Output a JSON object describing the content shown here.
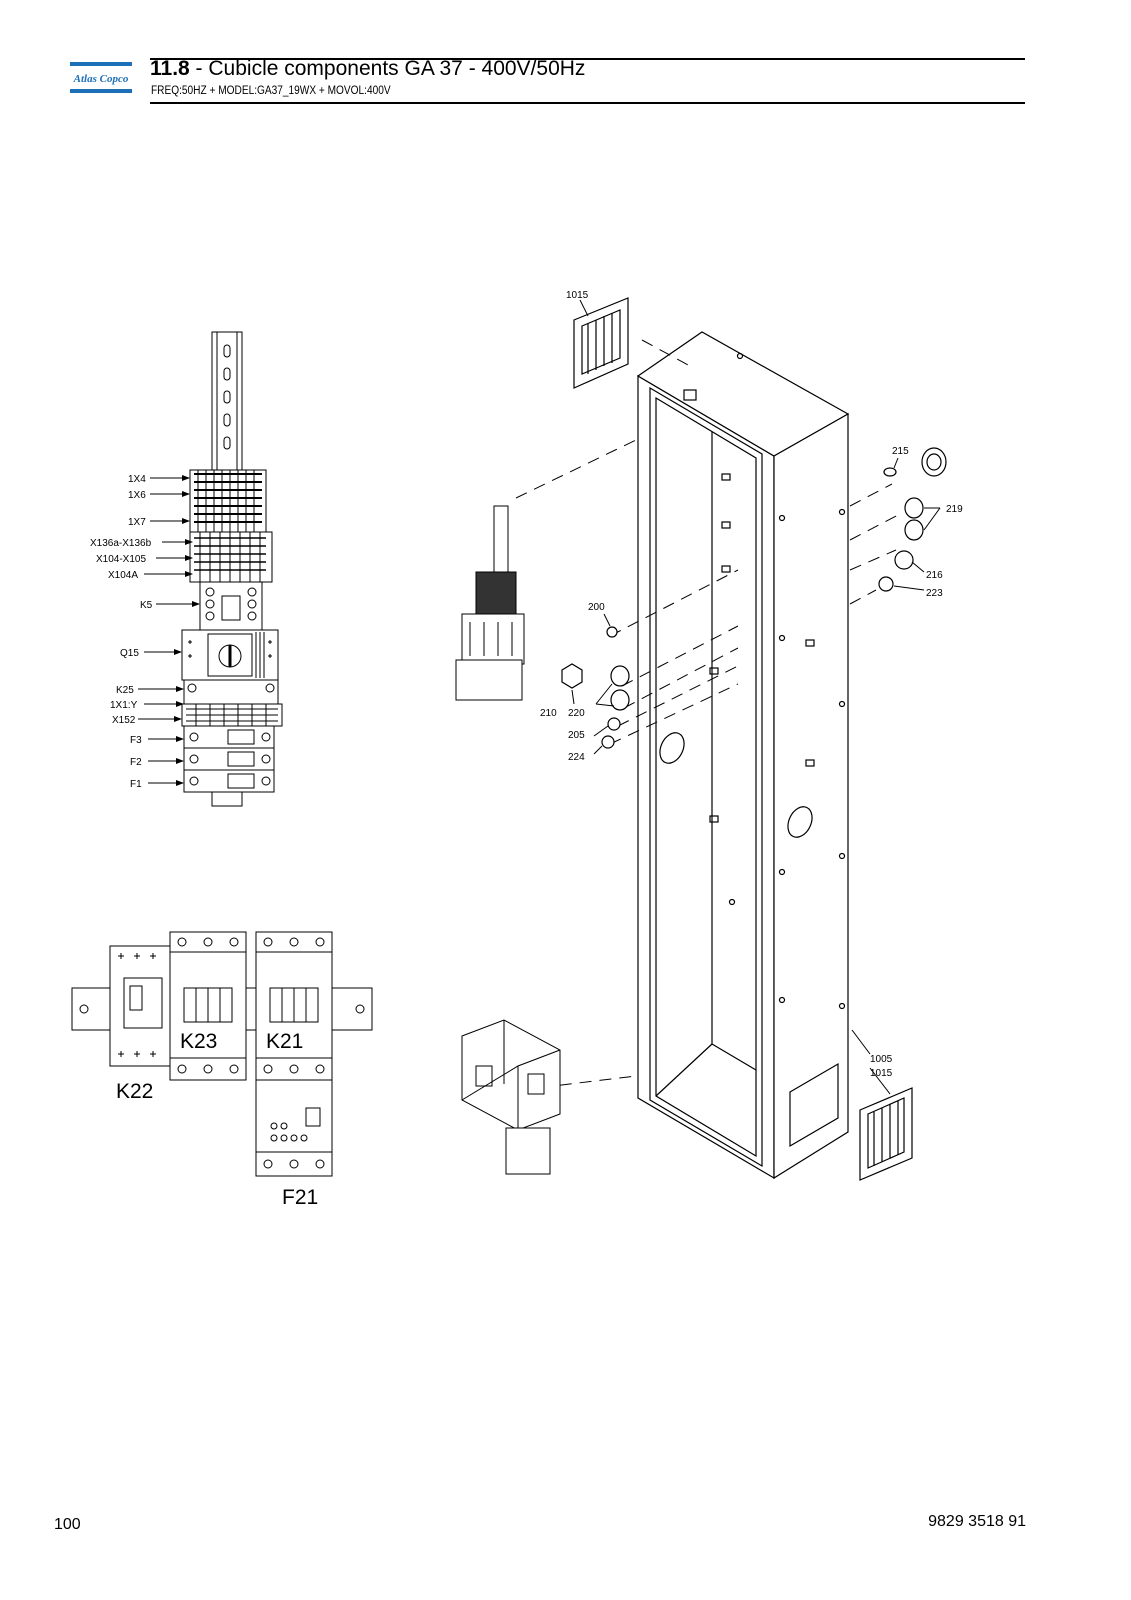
{
  "header": {
    "logo_text": "Atlas Copco",
    "section_number": "11.8",
    "title_rest": " - Cubicle components GA 37 - 400V/50Hz",
    "subtitle": "FREQ:50HZ + MODEL:GA37_19WX + MOVOL:400V"
  },
  "rail_labels": [
    "1X4",
    "1X6",
    "1X7",
    "X136a-X136b",
    "X104-X105",
    "X104A",
    "K5",
    "Q15",
    "K25",
    "1X1:Y",
    "X152",
    "F3",
    "F2",
    "F1"
  ],
  "contactor_labels": {
    "k22": "K22",
    "k23": "K23",
    "k21": "K21",
    "f21": "F21"
  },
  "callouts": {
    "c1015_top": "1015",
    "c215": "215",
    "c219": "219",
    "c216": "216",
    "c223": "223",
    "c200": "200",
    "c210": "210",
    "c220": "220",
    "c205": "205",
    "c224": "224",
    "c1005": "1005",
    "c1015_bot": "1015"
  },
  "footer": {
    "page_number": "100",
    "document_number": "9829 3518 91"
  },
  "colors": {
    "logo_blue": "#1d6fb8",
    "line": "#000000"
  }
}
